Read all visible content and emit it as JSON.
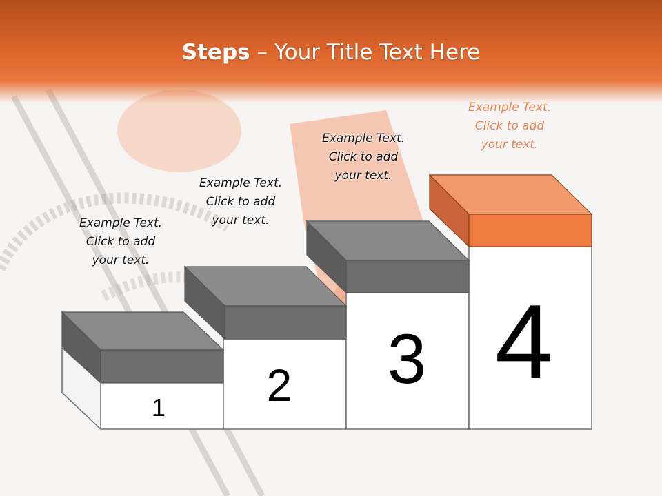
{
  "title": {
    "prefix": "Steps",
    "separator": " – ",
    "rest": "Your Title Text Here"
  },
  "steps": [
    {
      "number": "1",
      "line1": "Example Text.",
      "line2": "Click  to add",
      "line3": "your text."
    },
    {
      "number": "2",
      "line1": "Example Text.",
      "line2": "Click  to add",
      "line3": "your text."
    },
    {
      "number": "3",
      "line1": "Example Text.",
      "line2": "Click  to add",
      "line3": "your text."
    },
    {
      "number": "4",
      "line1": "Example Text.",
      "line2": "Click  to add",
      "line3": "your text."
    }
  ],
  "colors": {
    "accent": "#ee7c43",
    "header": "#d9622a",
    "block_gray": "#7a7a7a"
  }
}
